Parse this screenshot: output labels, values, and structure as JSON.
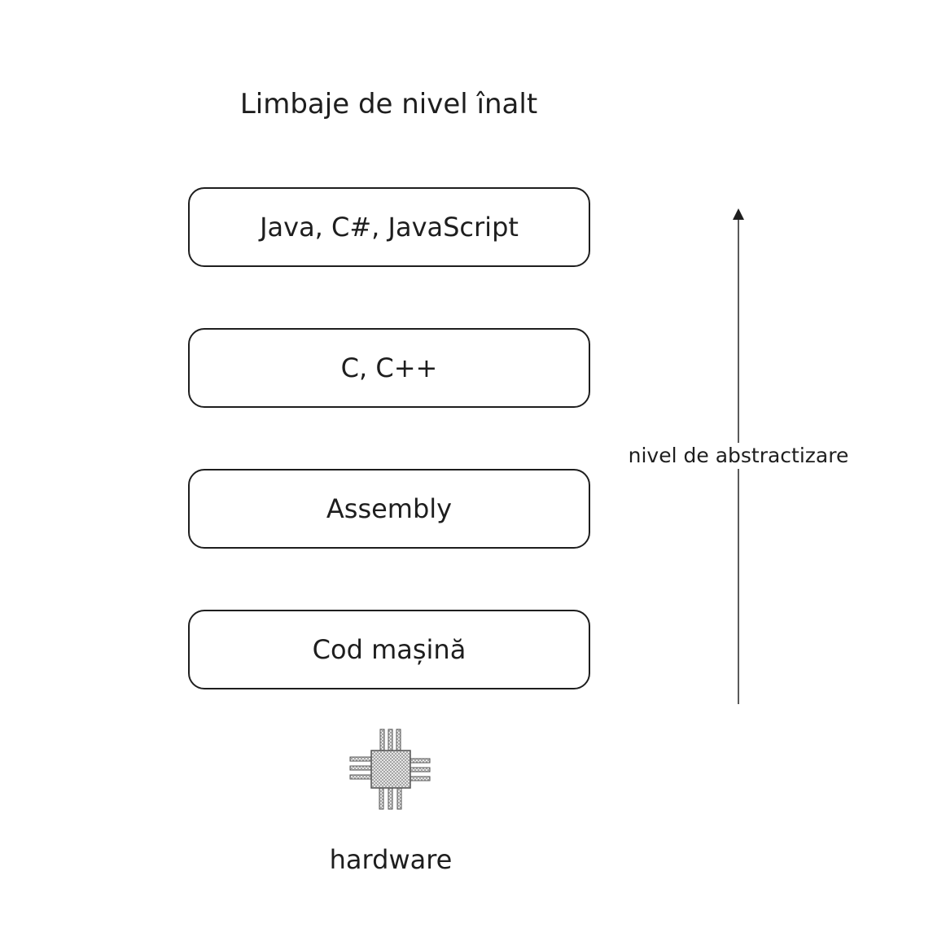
{
  "title": "Limbaje de nivel înalt",
  "layers": [
    {
      "label": "Java, C#, JavaScript"
    },
    {
      "label": "C, C++"
    },
    {
      "label": "Assembly"
    },
    {
      "label": "Cod mașină"
    }
  ],
  "axis": {
    "label": "nivel de abstractizare",
    "direction": "up"
  },
  "hardware": {
    "icon": "chip-icon",
    "label": "hardware"
  },
  "colors": {
    "stroke": "#1e1e1e",
    "axis": "#5a5a5a",
    "background": "#ffffff"
  }
}
